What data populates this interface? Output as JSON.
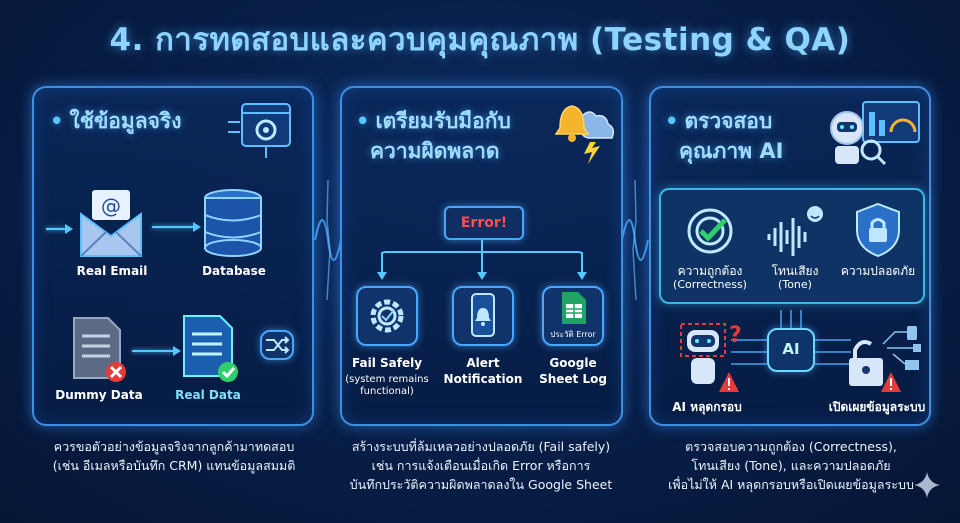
{
  "title": "4. การทดสอบและควบคุมคุณภาพ (Testing & QA)",
  "colors": {
    "accent": "#56c8ff",
    "panel_border": "#3f8fe0",
    "error_red": "#ff5050",
    "success_green": "#2fd06b",
    "background": "#08204a"
  },
  "panels": [
    {
      "heading": "ใช้ข้อมูลจริง",
      "labels": {
        "real_email": "Real Email",
        "database": "Database",
        "dummy_data": "Dummy Data",
        "real_data": "Real Data"
      },
      "caption_lines": [
        "ควรขอตัวอย่างข้อมูลจริงจากลูกค้ามาทดสอบ",
        "(เช่น อีเมลหรือบันทึก CRM) แทนข้อมูลสมมติ"
      ]
    },
    {
      "heading_lines": [
        "เตรียมรับมือกับ",
        "ความผิดพลาด"
      ],
      "error_label": "Error!",
      "labels": {
        "fail_safely": "Fail Safely",
        "fail_safely_sub_1": "(system remains",
        "fail_safely_sub_2": "functional)",
        "alert_1": "Alert",
        "alert_2": "Notification",
        "sheet_1": "Google",
        "sheet_2": "Sheet Log",
        "sheet_icon_text": "ประวัติ Error"
      },
      "caption_lines": [
        "สร้างระบบที่ล้มเหลวอย่างปลอดภัย (Fail safely)",
        "เช่น การแจ้งเตือนเมื่อเกิด Error หรือการ",
        "บันทึกประวัติความผิดพลาดลงใน Google Sheet"
      ]
    },
    {
      "heading_lines": [
        "ตรวจสอบ",
        "คุณภาพ AI"
      ],
      "labels": {
        "correctness_1": "ความถูกต้อง",
        "correctness_2": "(Correctness)",
        "tone_1": "โทนเสียง",
        "tone_2": "(Tone)",
        "security": "ความปลอดภัย",
        "ai_chip": "AI",
        "ai_jailbreak": "AI หลุดกรอบ",
        "data_leak": "เปิดเผยข้อมูลระบบ"
      },
      "caption_lines": [
        "ตรวจสอบความถูกต้อง (Correctness),",
        "โทนเสียง (Tone), และความปลอดภัย",
        "เพื่อไม่ให้ AI หลุดกรอบหรือเปิดเผยข้อมูลระบบ"
      ]
    }
  ]
}
